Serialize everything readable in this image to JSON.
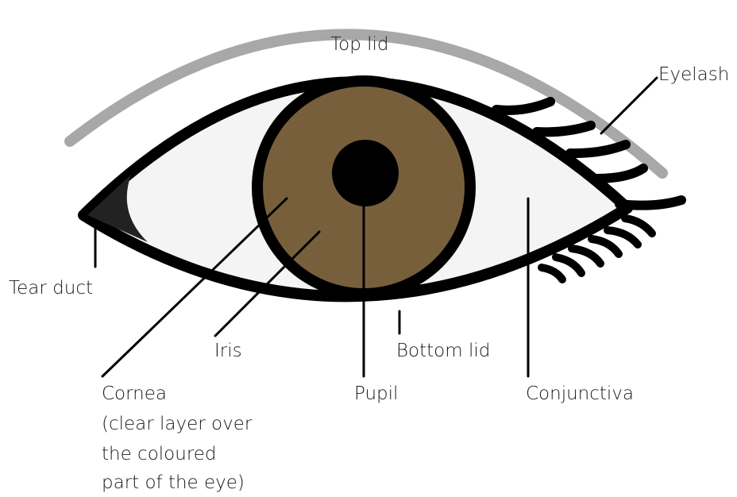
{
  "labels": {
    "top_lid": "Top lid",
    "eyelash": "Eyelash",
    "tear_duct": "Tear duct",
    "iris": "Iris",
    "bottom_lid": "Bottom lid",
    "pupil": "Pupil",
    "conjunctiva": "Conjunctiva",
    "cornea": "Cornea",
    "cornea_note_1": "(clear layer over",
    "cornea_note_2": "the coloured",
    "cornea_note_3": "part of the eye)"
  },
  "colors": {
    "brow_arc": "#a8a8a8",
    "sclera": "#f4f4f4",
    "iris": "#785f3c",
    "outline": "#000000",
    "tear_duct_fill": "#222222"
  }
}
